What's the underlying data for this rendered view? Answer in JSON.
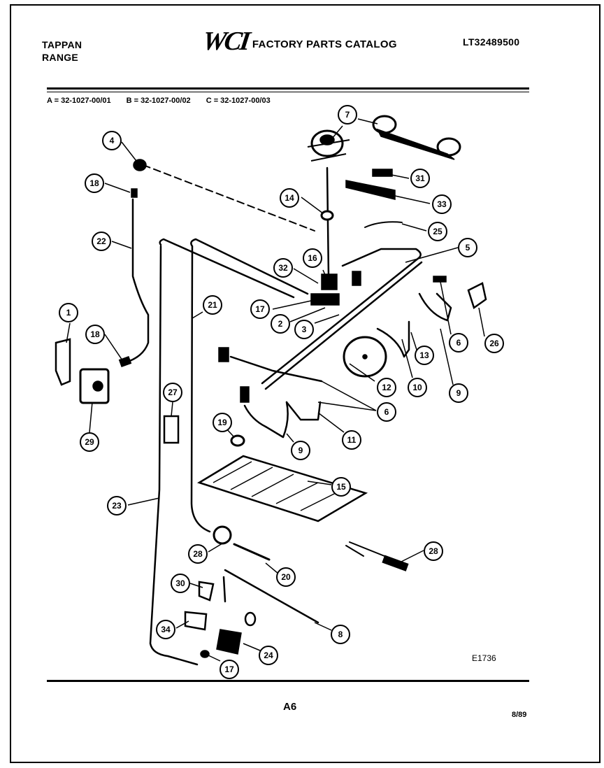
{
  "header": {
    "brand_line1": "TAPPAN",
    "brand_line2": "RANGE",
    "logo": "WCI",
    "catalog_title": "FACTORY PARTS CATALOG",
    "catalog_number": "LT32489500"
  },
  "models": {
    "a": "A = 32-1027-00/01",
    "b": "B = 32-1027-00/02",
    "c": "C = 32-1027-00/03"
  },
  "diagram_code": "E1736",
  "footer": {
    "page": "A6",
    "date": "8/89"
  },
  "callouts": [
    "4",
    "18",
    "22",
    "1",
    "18",
    "29",
    "27",
    "19",
    "23",
    "21",
    "7",
    "31",
    "33",
    "14",
    "25",
    "5",
    "32",
    "16",
    "17",
    "2",
    "3",
    "6",
    "26",
    "13",
    "12",
    "10",
    "9",
    "6",
    "11",
    "9",
    "15",
    "28",
    "20",
    "28",
    "30",
    "34",
    "8",
    "24",
    "17"
  ]
}
